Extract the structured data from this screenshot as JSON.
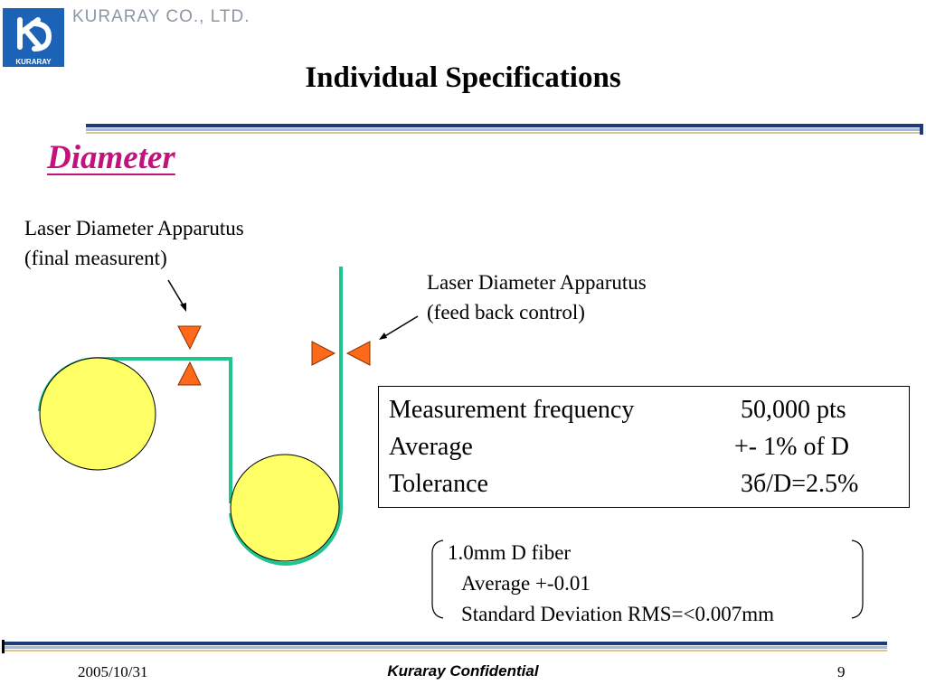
{
  "header": {
    "company": "KURARAY CO., LTD.",
    "logo_text": "KURARAY",
    "title": "Individual Specifications"
  },
  "section": {
    "heading": "Diameter"
  },
  "diagram": {
    "label_final_line1": "Laser Diameter Apparutus",
    "label_final_line2": "(final measurent)",
    "label_feedback_line1": "Laser Diameter Apparutus",
    "label_feedback_line2": "(feed back control)",
    "colors": {
      "roller_fill": "#ffff66",
      "fiber_path": "#1fc48e",
      "laser_marker": "#ff6a1a"
    }
  },
  "specs": {
    "rows": [
      {
        "name": "Measurement frequency",
        "value": "50,000 pts"
      },
      {
        "name": "Average",
        "value": "+- 1% of D"
      },
      {
        "name": "Tolerance",
        "value": "3б/D=2.5%"
      }
    ]
  },
  "fiber_note": {
    "line1": "1.0mm D fiber",
    "line2": "Average +-0.01",
    "line3": "Standard Deviation RMS=<0.007mm"
  },
  "footer": {
    "date": "2005/10/31",
    "confidential": "Kuraray Confidential",
    "page": "9"
  },
  "colors": {
    "heading_accent": "#c0147c",
    "rule_dark": "#1f3a78",
    "rule_light": "#a8b8d8"
  }
}
